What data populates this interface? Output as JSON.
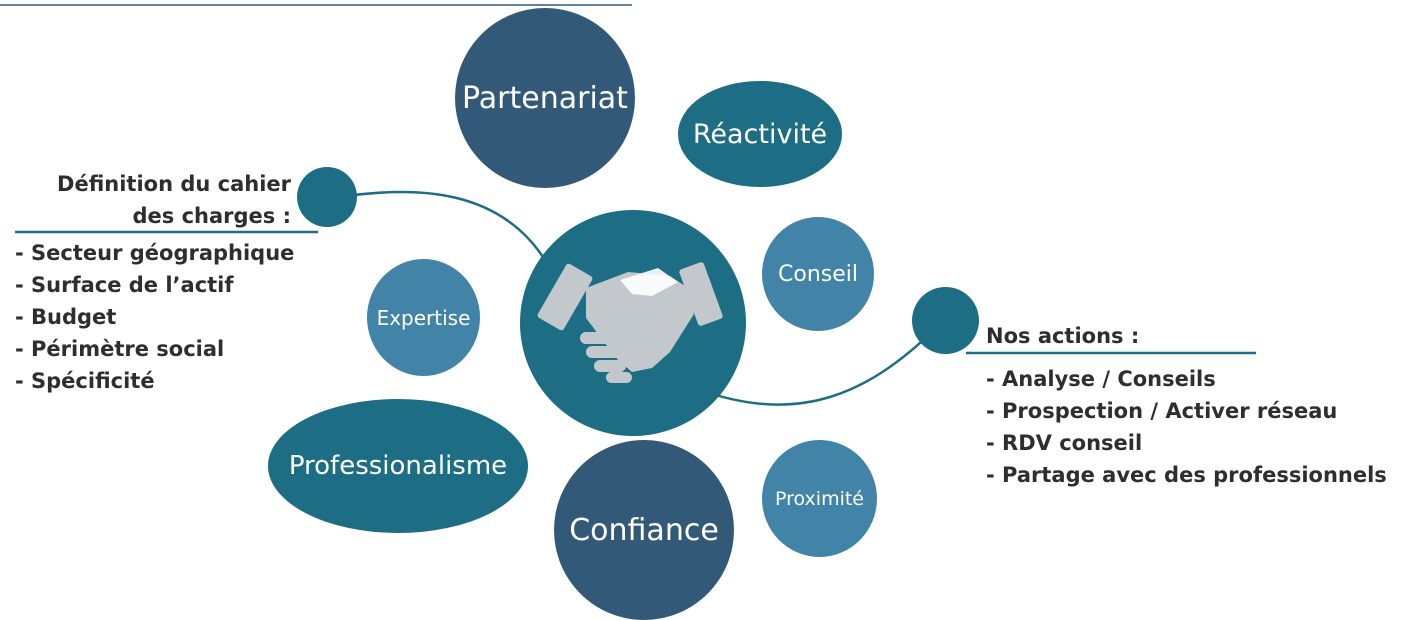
{
  "bubbles": {
    "partenariat": "Partenariat",
    "reactivite": "Réactivité",
    "conseil": "Conseil",
    "expertise": "Expertise",
    "professionalisme": "Professionalisme",
    "confiance": "Confiance",
    "proximite": "Proximité"
  },
  "left_panel": {
    "heading_line1": "Définition du cahier",
    "heading_line2": "des charges :",
    "items": [
      "- Secteur géographique",
      "- Surface de l’actif",
      "- Budget",
      "- Périmètre social",
      "- Spécificité"
    ]
  },
  "right_panel": {
    "heading": "Nos actions :",
    "items": [
      "- Analyse / Conseils",
      "- Prospection / Activer réseau",
      "- RDV conseil",
      "- Partage avec des professionnels"
    ]
  },
  "center_icon": "handshake-icon",
  "colors": {
    "dark_blue": "#325a78",
    "teal": "#1d6e85",
    "light_blue": "#4284a8",
    "text": "#2e2e2e",
    "handshake": "#c2c8cb"
  }
}
